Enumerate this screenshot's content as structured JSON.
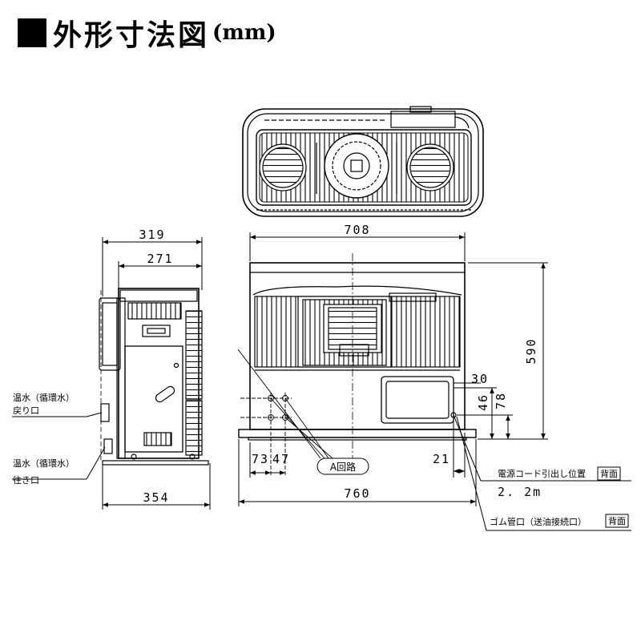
{
  "title": {
    "text": "外形寸法図",
    "unit": "(mm)"
  },
  "top_view": {},
  "side_view": {
    "dims": {
      "overall_depth": "319",
      "body_depth": "271",
      "base_depth": "354"
    },
    "callouts": {
      "return_line1": "温水（循環水）",
      "return_line2": "戻り口",
      "supply_line1": "温水（循環水）",
      "supply_line2": "往き口"
    }
  },
  "front_view": {
    "dims": {
      "body_width": "708",
      "base_width": "760",
      "height": "590",
      "d30": "30",
      "d46": "46",
      "d78": "78",
      "d21": "21",
      "d73": "73",
      "d47": "47"
    },
    "circuit_a_label": "A回路",
    "power_cord_label": "電源コード引出し位置",
    "power_cord_badge": "背面",
    "cord_length": "2. 2m",
    "rubber_pipe_label": "ゴム管口（送油接続口）",
    "rubber_pipe_badge": "背面"
  }
}
